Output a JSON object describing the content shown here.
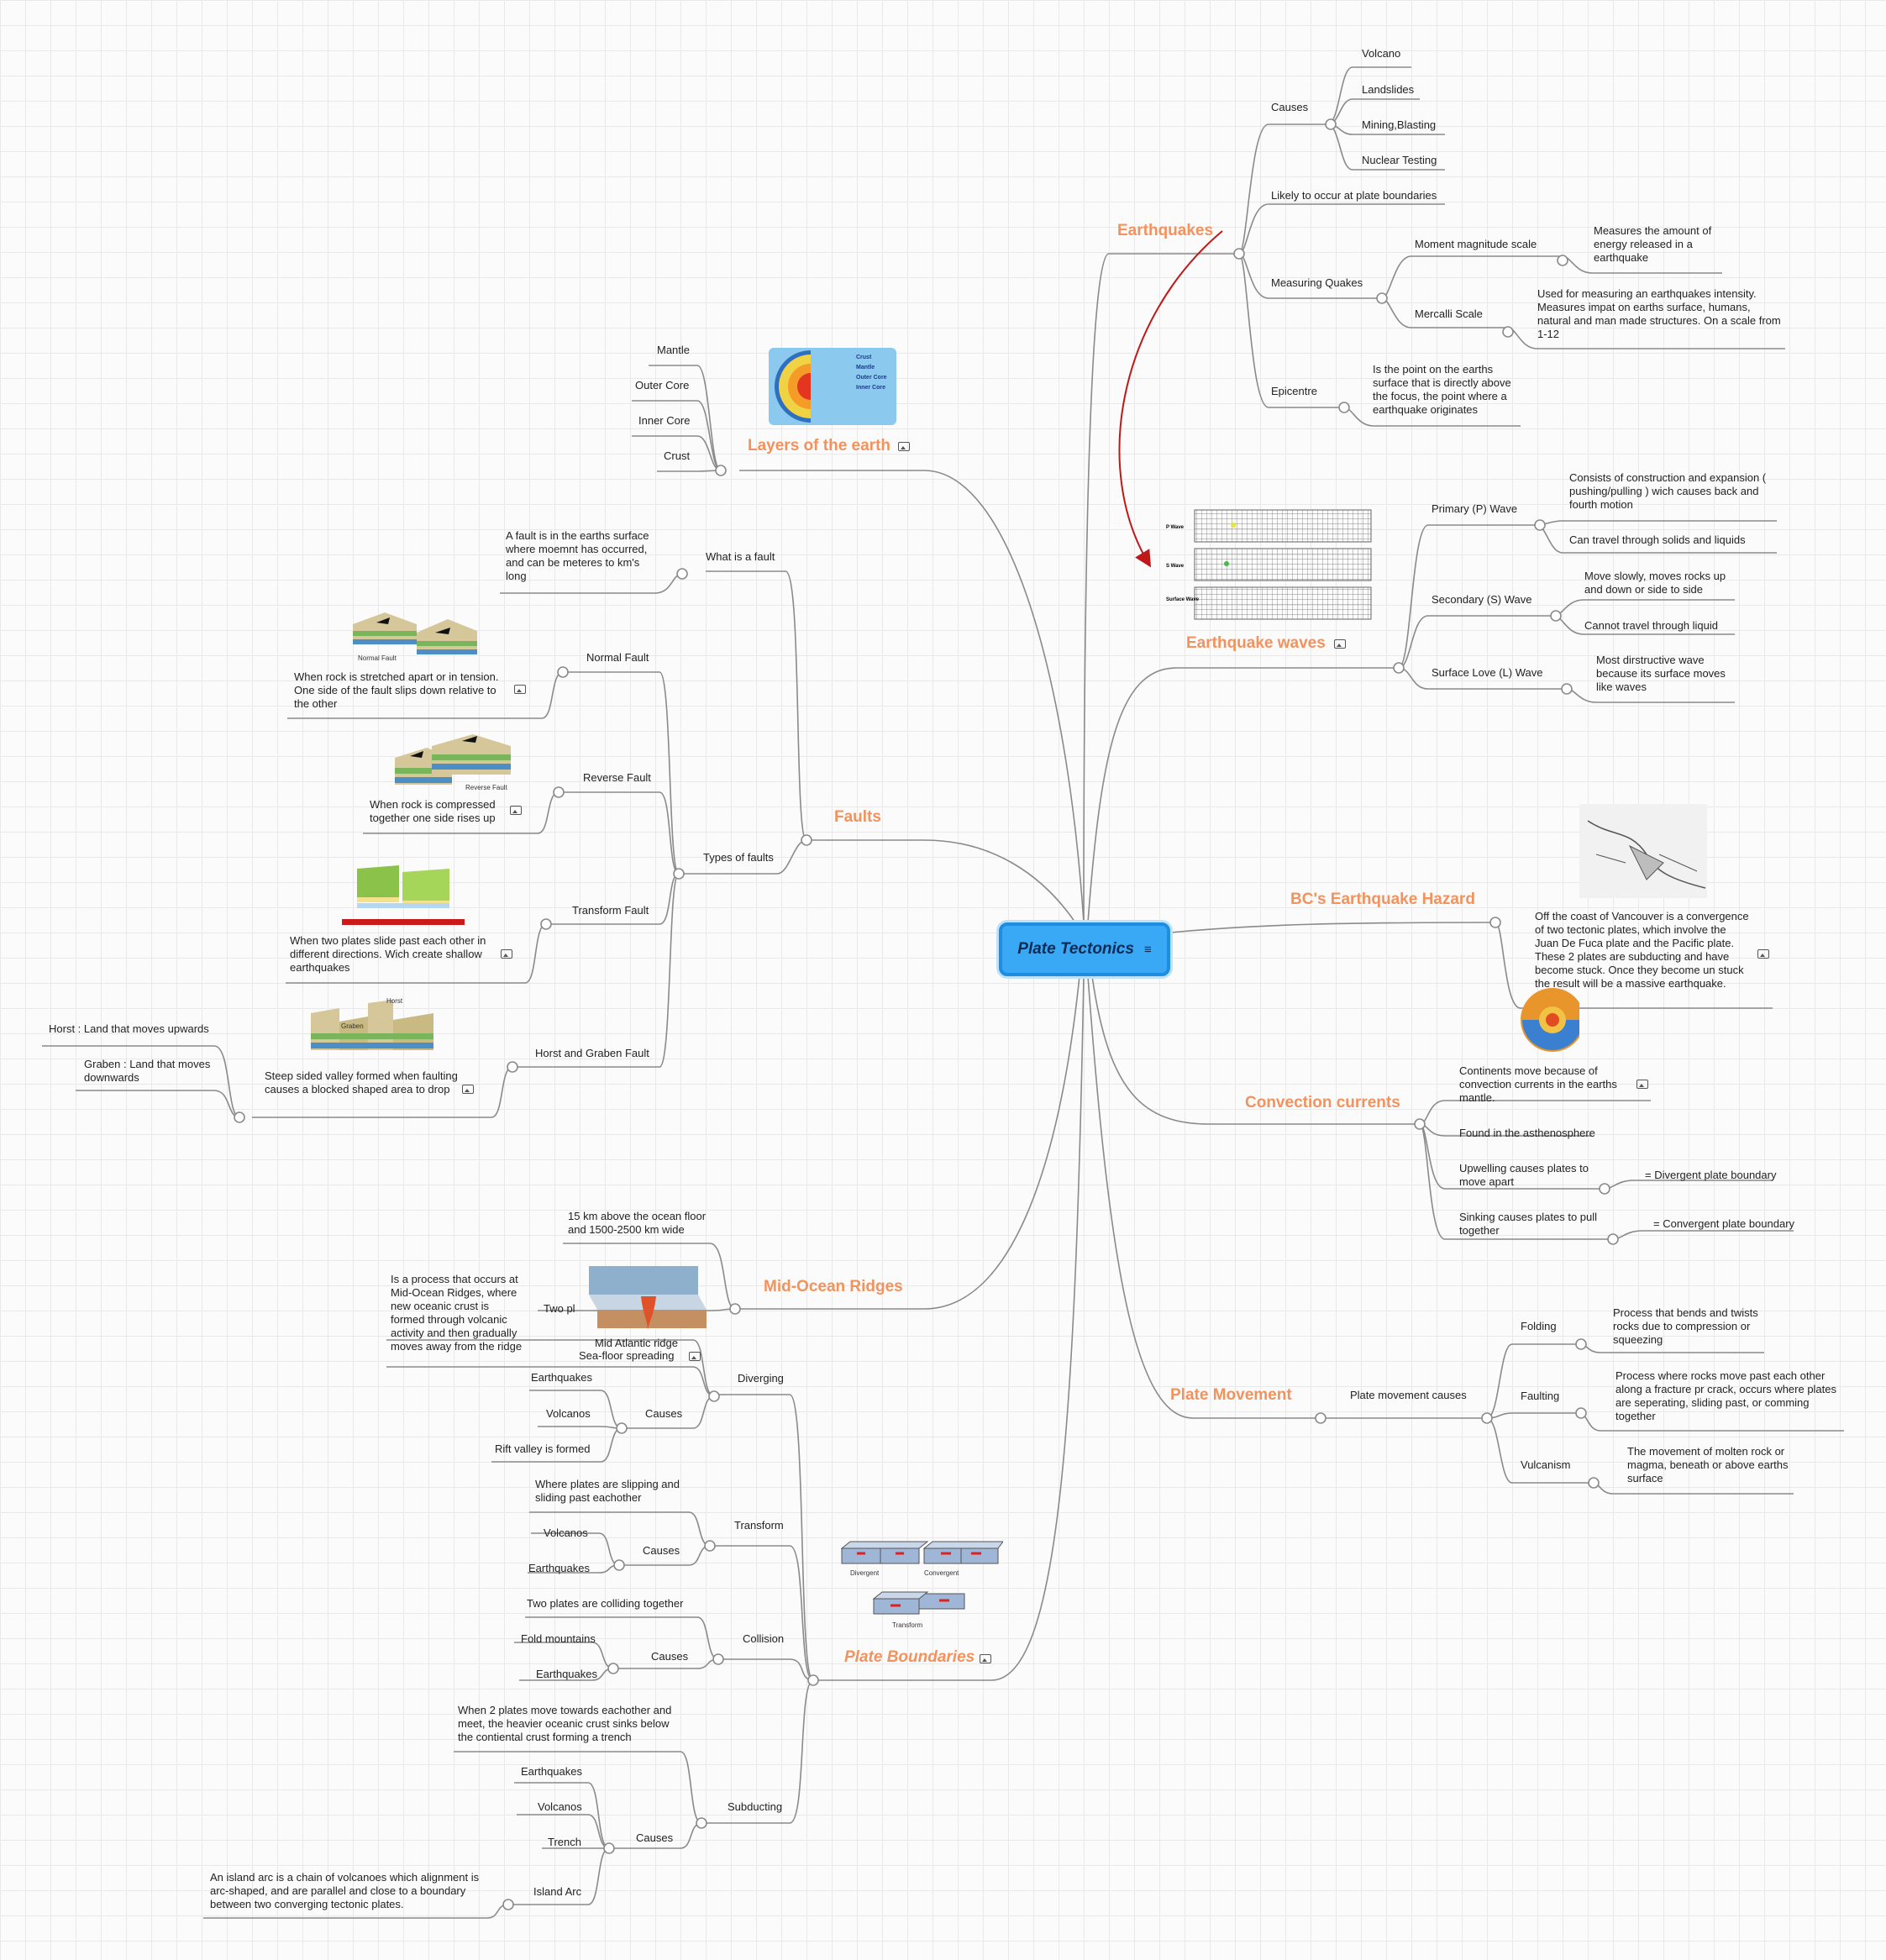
{
  "central": {
    "title": "Plate Tectonics",
    "icon": "notes-icon"
  },
  "colors": {
    "branch": "#f3925d",
    "central_fill": "#3aa9f5",
    "central_border": "#1f8de0",
    "edge": "#8a8a8a",
    "arrow": "#c01818"
  },
  "branches": {
    "earthquakes": "Earthquakes",
    "layers": "Layers of the earth",
    "waves": "Earthquake waves",
    "faults": "Faults",
    "bc": "BC's Earthquake Hazard",
    "convection": "Convection currents",
    "ridges": "Mid-Ocean Ridges",
    "movement": "Plate Movement",
    "boundaries": "Plate Boundaries"
  },
  "earthquakes": {
    "causes": "Causes",
    "volcano": "Volcano",
    "landslides": "Landslides",
    "mining": "Mining,Blasting",
    "nuclear": "Nuclear Testing",
    "likely": "Likely to occur at plate boundaries",
    "measuring": "Measuring Quakes",
    "moment": "Moment magnitude scale",
    "moment_desc": "Measures the amount of energy released in a earthquake",
    "mercalli": "Mercalli Scale",
    "mercalli_desc": "Used for measuring an earthquakes intensity. Measures impat on earths surface, humans, natural and man made structures. On a scale from 1-12",
    "epicentre": "Epicentre",
    "epicentre_desc": "Is the point on the earths surface that is directly above the focus, the point where a earthquake originates"
  },
  "layers": {
    "mantle": "Mantle",
    "outer": "Outer Core",
    "inner": "Inner Core",
    "crust": "Crust",
    "img_labels": [
      "Crust",
      "Mantle",
      "Outer Core",
      "Inner Core"
    ]
  },
  "waves": {
    "primary": "Primary (P) Wave",
    "p1": "Consists of construction and expansion ( pushing/pulling ) wich causes back and fourth motion",
    "p2": "Can travel through solids and liquids",
    "secondary": "Secondary (S) Wave",
    "s1": "Move slowly, moves rocks up and down or side to side",
    "s2": "Cannot travel through liquid",
    "surface": "Surface Love (L) Wave",
    "l1": "Most dirstructive wave because its surface moves like waves",
    "img_labels": [
      "P Wave",
      "S Wave",
      "Surface Wave"
    ]
  },
  "faults": {
    "what": "What is a fault",
    "what_desc": "A fault is in the earths surface where moemnt has occurred, and can be meteres to km's long",
    "types": "Types of faults",
    "normal": "Normal Fault",
    "normal_desc": "When rock is stretched apart or in tension. One side of the fault slips down relative to the other",
    "normal_img": "Normal Fault",
    "reverse": "Reverse Fault",
    "reverse_desc": "When rock is compressed together one side rises up",
    "reverse_img": "Reverse Fault",
    "transform": "Transform Fault",
    "transform_desc": "When two plates slide past each other in different directions. Wich create shallow earthquakes",
    "horst": "Horst and Graben Fault",
    "horst_desc": "Steep sided valley formed when faulting causes a blocked shaped area to drop",
    "horst_up": "Horst : Land that moves upwards",
    "graben_down": "Graben : Land that moves downwards",
    "hg_img": [
      "Horst",
      "Graben"
    ]
  },
  "bc": {
    "desc": "Off the coast of Vancouver is a convergence of two tectonic plates, which involve the Juan De Fuca plate and the Pacific plate. These 2 plates are subducting and have become stuck. Once they become un stuck the result will be a massive earthquake."
  },
  "convection": {
    "c1": "Continents move because of convection currents in the earths mantle.",
    "c2": "Found in the asthenosphere",
    "c3": "Upwelling causes plates to move apart",
    "c3r": "= Divergent plate boundary",
    "c4": "Sinking causes plates to pull together",
    "c4r": "= Convergent plate boundary"
  },
  "ridges": {
    "r1": "15 km above the ocean floor and 1500-2500 km wide",
    "r2": "Two pl",
    "caption1": "Mid Atlantic ridge",
    "caption2": "Sea-floor spreading"
  },
  "movement": {
    "causes": "Plate movement causes",
    "folding": "Folding",
    "folding_desc": "Process that bends and twists rocks due to compression or squeezing",
    "faulting": "Faulting",
    "faulting_desc": "Process where rocks move past each other along a fracture pr crack, occurs where plates are seperating, sliding past, or comming together",
    "vulcanism": "Vulcanism",
    "vulcanism_desc": "The movement of molten rock or magma, beneath or above earths surface"
  },
  "boundaries": {
    "diverging": "Diverging",
    "div_desc": "Is a process that occurs at Mid-Ocean Ridges, where  new oceanic crust is formed through volcanic activity and then gradually moves away from the ridge",
    "div_causes": "Causes",
    "div_eq": "Earthquakes",
    "div_vol": "Volcanos",
    "div_rift": "Rift valley is formed",
    "transform": "Transform",
    "tr_desc": "Where plates are slipping and sliding past eachother",
    "tr_causes": "Causes",
    "tr_vol": "Volcanos",
    "tr_eq": "Earthquakes",
    "collision": "Collision",
    "col_desc": "Two plates are colliding together",
    "col_causes": "Causes",
    "col_fold": "Fold mountains",
    "col_eq": "Earthquakes",
    "subducting": "Subducting",
    "sub_desc": "When 2 plates move towards eachother and meet, the heavier oceanic crust sinks below the contiental crust forming a trench",
    "sub_causes": "Causes",
    "sub_eq": "Earthquakes",
    "sub_vol": "Volcanos",
    "sub_trench": "Trench",
    "sub_island": "Island Arc",
    "sub_island_desc": "An island arc is a chain of volcanoes which alignment is arc-shaped, and are parallel and close to a boundary between two converging tectonic plates.",
    "img_labels": [
      "Divergent",
      "Convergent",
      "Transform"
    ]
  }
}
